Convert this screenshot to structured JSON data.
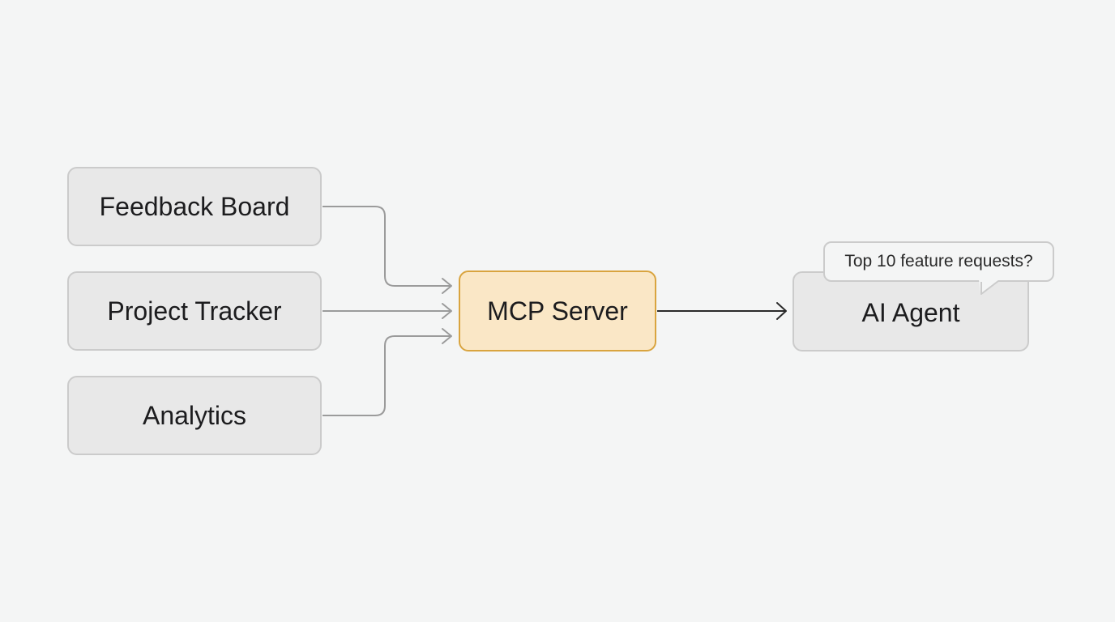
{
  "diagram": {
    "sources": [
      {
        "id": "feedback-board",
        "label": "Feedback Board"
      },
      {
        "id": "project-tracker",
        "label": "Project Tracker"
      },
      {
        "id": "analytics",
        "label": "Analytics"
      }
    ],
    "hub": {
      "label": "MCP Server"
    },
    "agent": {
      "label": "AI Agent"
    },
    "query_bubble": {
      "text": "Top 10 feature requests?"
    }
  },
  "colors": {
    "background": "#f4f5f5",
    "source_fill": "#e8e8e8",
    "source_border": "#cbcbcb",
    "hub_fill": "#fae7c6",
    "hub_border": "#d9a43f",
    "connector_gray": "#9b9b9b",
    "connector_dark": "#2a2a2a"
  },
  "edges": [
    {
      "from": "feedback-board",
      "to": "hub"
    },
    {
      "from": "project-tracker",
      "to": "hub"
    },
    {
      "from": "analytics",
      "to": "hub"
    },
    {
      "from": "hub",
      "to": "agent"
    }
  ]
}
